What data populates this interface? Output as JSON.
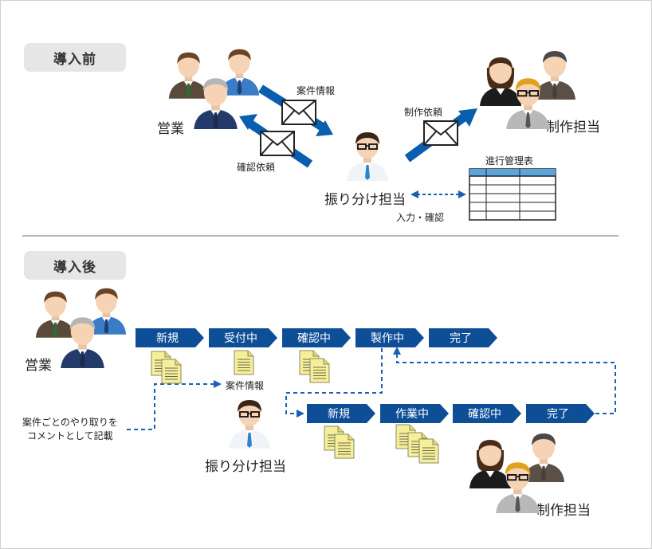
{
  "before": {
    "label": "導入前",
    "sales_label": "営業",
    "production_label": "制作担当",
    "dispatcher_label": "振り分け担当",
    "case_info_label": "案件情報",
    "confirm_request_label": "確認依頼",
    "production_request_label": "制作依頼",
    "progress_table_label": "進行管理表",
    "input_confirm_label": "入力・確認"
  },
  "after": {
    "label": "導入後",
    "sales_label": "営業",
    "production_label": "制作担当",
    "dispatcher_label": "振り分け担当",
    "case_info_label": "案件情報",
    "comment_note_line1": "案件ごとのやり取りを",
    "comment_note_line2": "コメントとして記載",
    "top_flow": [
      "新規",
      "受付中",
      "確認中",
      "製作中",
      "完了"
    ],
    "bottom_flow": [
      "新規",
      "作業中",
      "確認中",
      "完了"
    ]
  },
  "colors": {
    "flow_blue": "#0e4e97",
    "arrow_blue": "#0a5eb0",
    "dash_blue": "#1a5fb4",
    "label_bg": "#e6e6e6",
    "doc_yellow": "#f6ef9a"
  },
  "icons": [
    "person-icon",
    "envelope-icon",
    "document-icon",
    "table-icon"
  ]
}
